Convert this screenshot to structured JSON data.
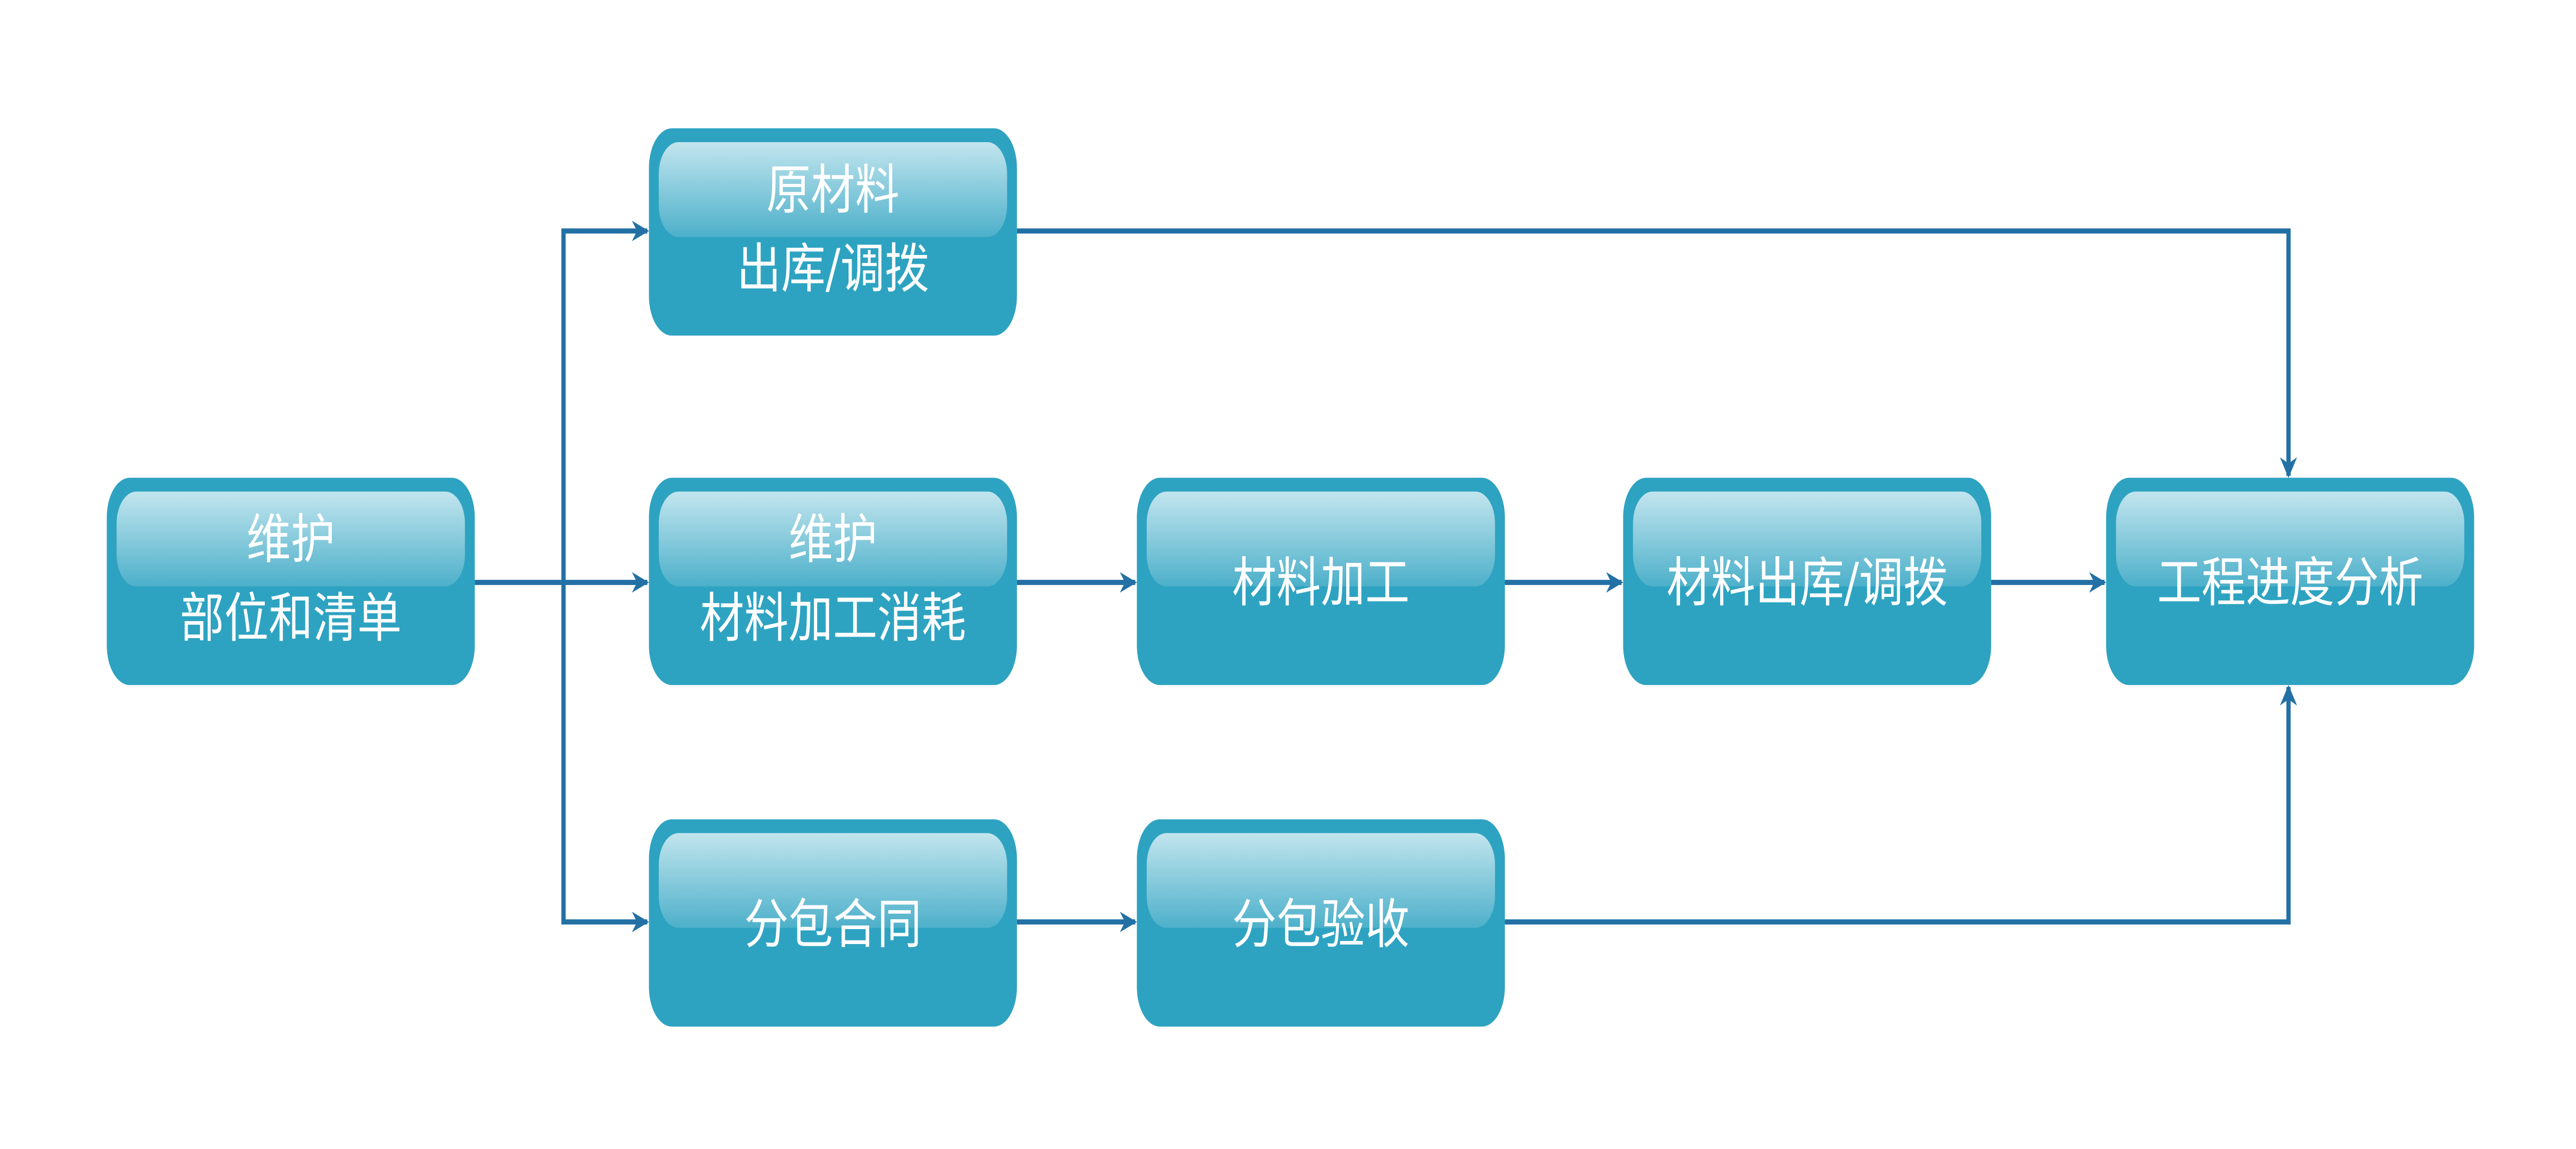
{
  "colors": {
    "node_fill": "#2EA3C1",
    "node_gloss_top": "#C2E5EE",
    "node_gloss_bottom": "#4DB0CA",
    "edge": "#2370A5",
    "text": "#FFFFFF"
  },
  "nodes": [
    {
      "id": "maintain-parts-list",
      "lines": [
        "维护",
        "部位和清单"
      ]
    },
    {
      "id": "raw-material-outbound",
      "lines": [
        "原材料",
        "出库/调拨"
      ]
    },
    {
      "id": "maintain-processing-consumption",
      "lines": [
        "维护",
        "材料加工消耗"
      ]
    },
    {
      "id": "subcontract",
      "lines": [
        "分包合同"
      ]
    },
    {
      "id": "material-processing",
      "lines": [
        "材料加工"
      ]
    },
    {
      "id": "subcontract-acceptance",
      "lines": [
        "分包验收"
      ]
    },
    {
      "id": "material-outbound",
      "lines": [
        "材料出库/调拨"
      ]
    },
    {
      "id": "progress-analysis",
      "lines": [
        "工程进度分析"
      ]
    }
  ],
  "edges": [
    {
      "from": "maintain-parts-list",
      "to": "raw-material-outbound"
    },
    {
      "from": "maintain-parts-list",
      "to": "maintain-processing-consumption"
    },
    {
      "from": "maintain-parts-list",
      "to": "subcontract"
    },
    {
      "from": "raw-material-outbound",
      "to": "progress-analysis"
    },
    {
      "from": "maintain-processing-consumption",
      "to": "material-processing"
    },
    {
      "from": "material-processing",
      "to": "material-outbound"
    },
    {
      "from": "material-outbound",
      "to": "progress-analysis"
    },
    {
      "from": "subcontract",
      "to": "subcontract-acceptance"
    },
    {
      "from": "subcontract-acceptance",
      "to": "progress-analysis"
    }
  ]
}
